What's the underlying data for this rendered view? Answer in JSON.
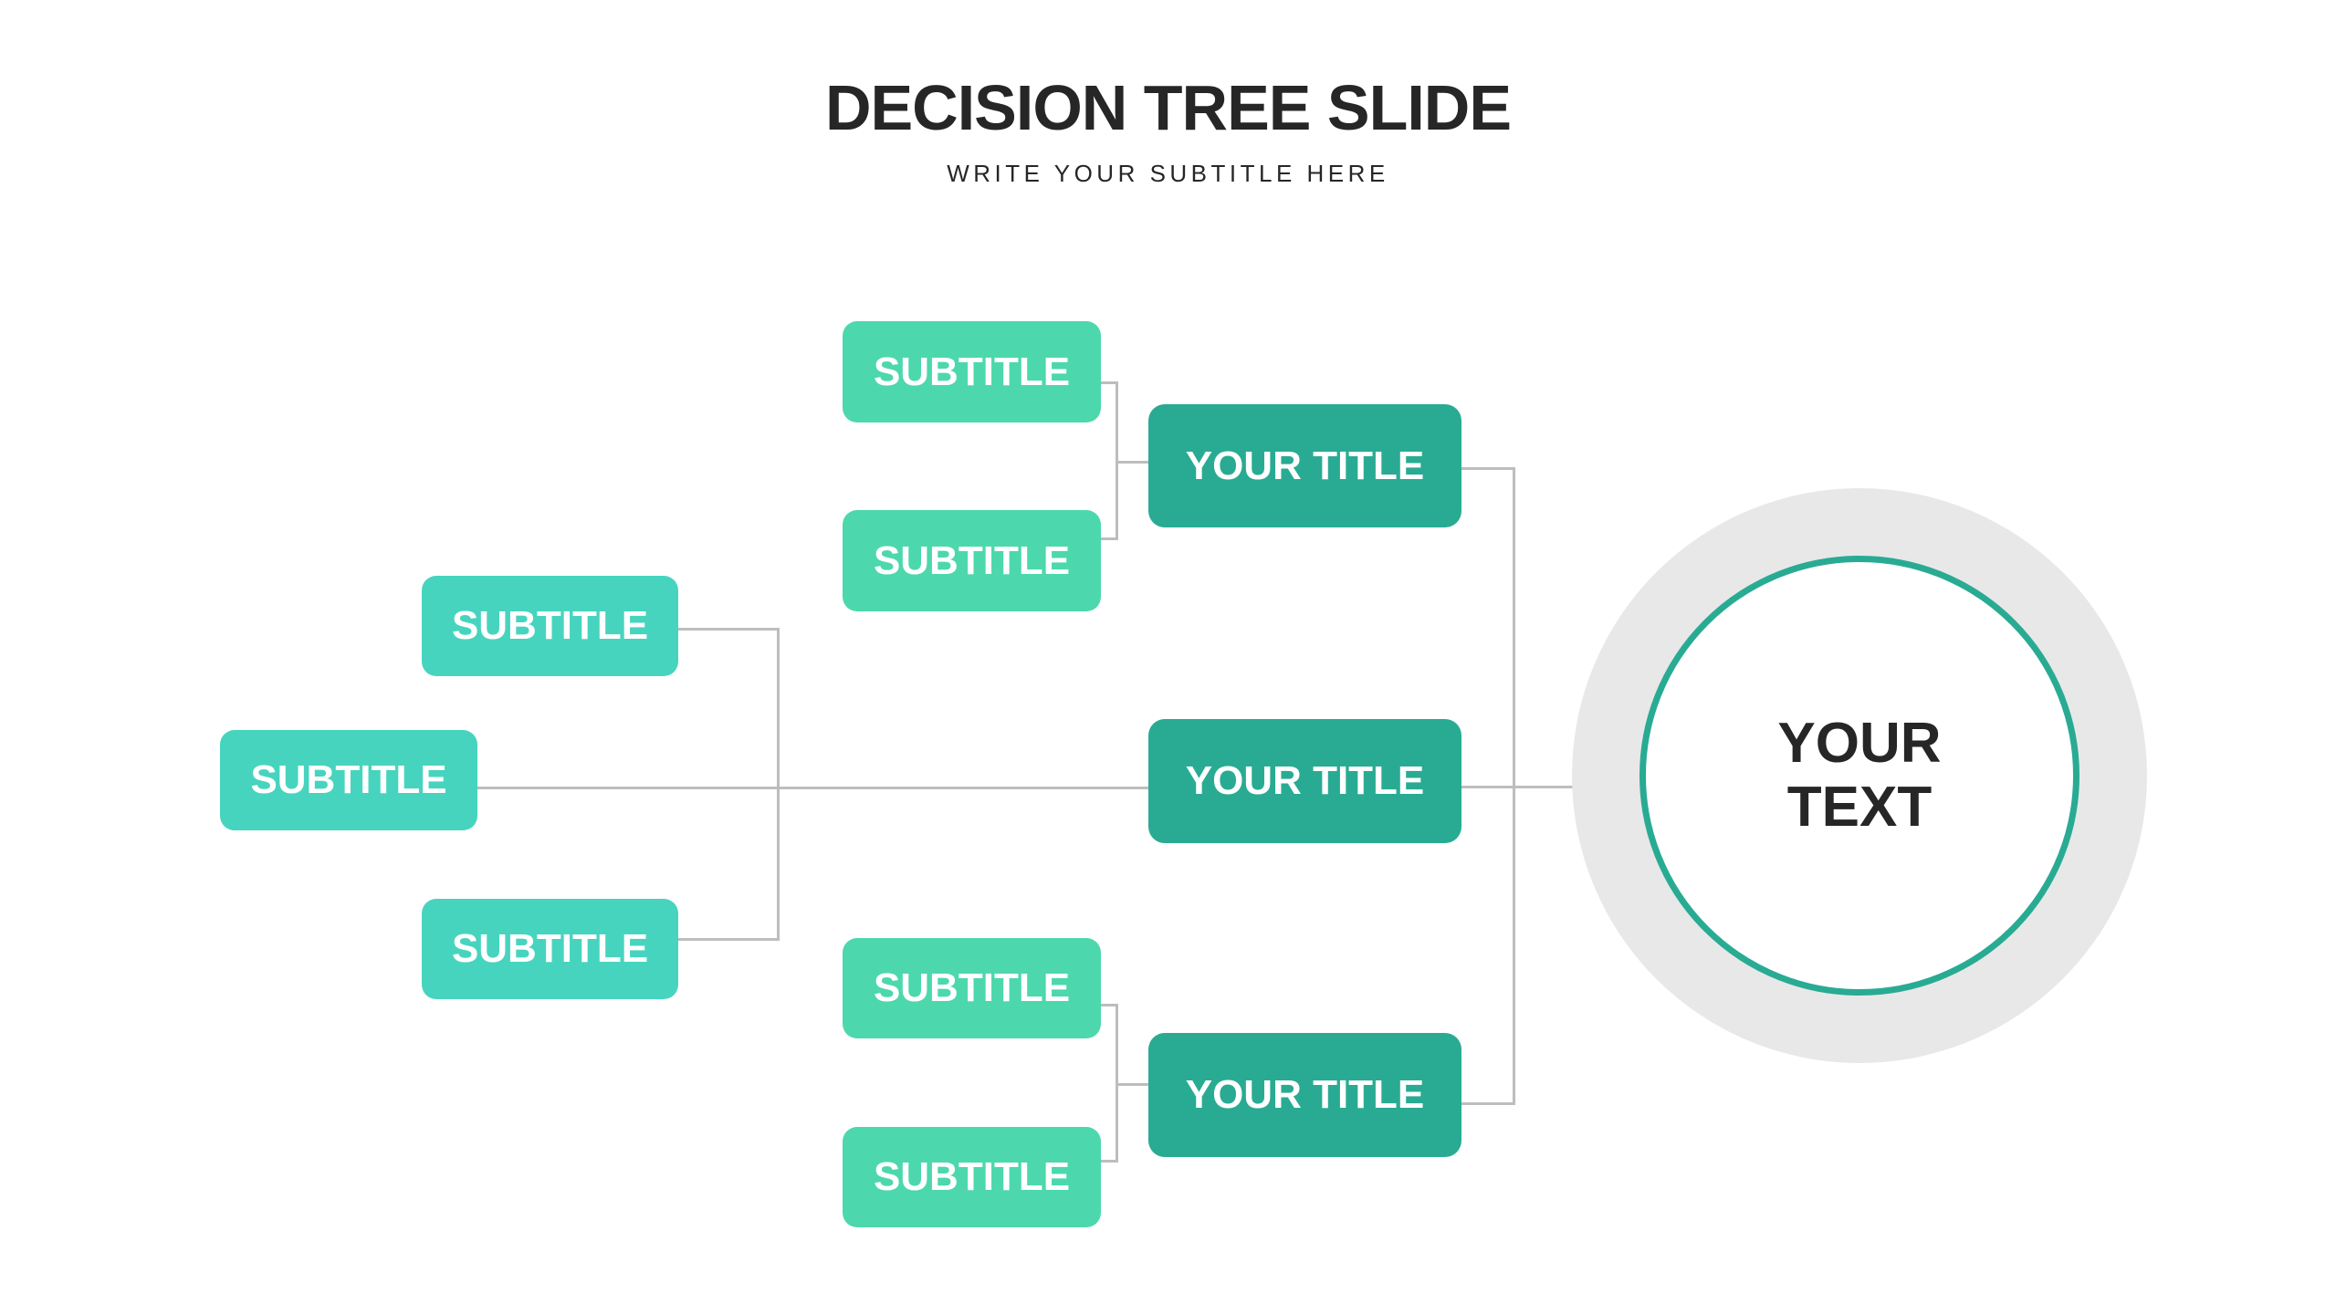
{
  "header": {
    "title": "DECISION TREE SLIDE",
    "subtitle": "WRITE YOUR SUBTITLE HERE"
  },
  "colors": {
    "subtitle_box_branch": "#4CD8AC",
    "subtitle_box_left": "#47D4BF",
    "title_box": "#29AB93",
    "connector": "#BDBDBD",
    "outer_ring": "#E8E8E8",
    "inner_ring_border": "#29AB93",
    "text_dark": "#262626"
  },
  "tree": {
    "center": {
      "line1": "YOUR",
      "line2": "TEXT"
    },
    "titles": [
      {
        "label": "YOUR TITLE"
      },
      {
        "label": "YOUR TITLE"
      },
      {
        "label": "YOUR TITLE"
      }
    ],
    "top_branch_subtitles": [
      {
        "label": "SUBTITLE"
      },
      {
        "label": "SUBTITLE"
      }
    ],
    "middle_branch_subtitles": [
      {
        "label": "SUBTITLE"
      },
      {
        "label": "SUBTITLE"
      },
      {
        "label": "SUBTITLE"
      }
    ],
    "bottom_branch_subtitles": [
      {
        "label": "SUBTITLE"
      },
      {
        "label": "SUBTITLE"
      }
    ]
  }
}
